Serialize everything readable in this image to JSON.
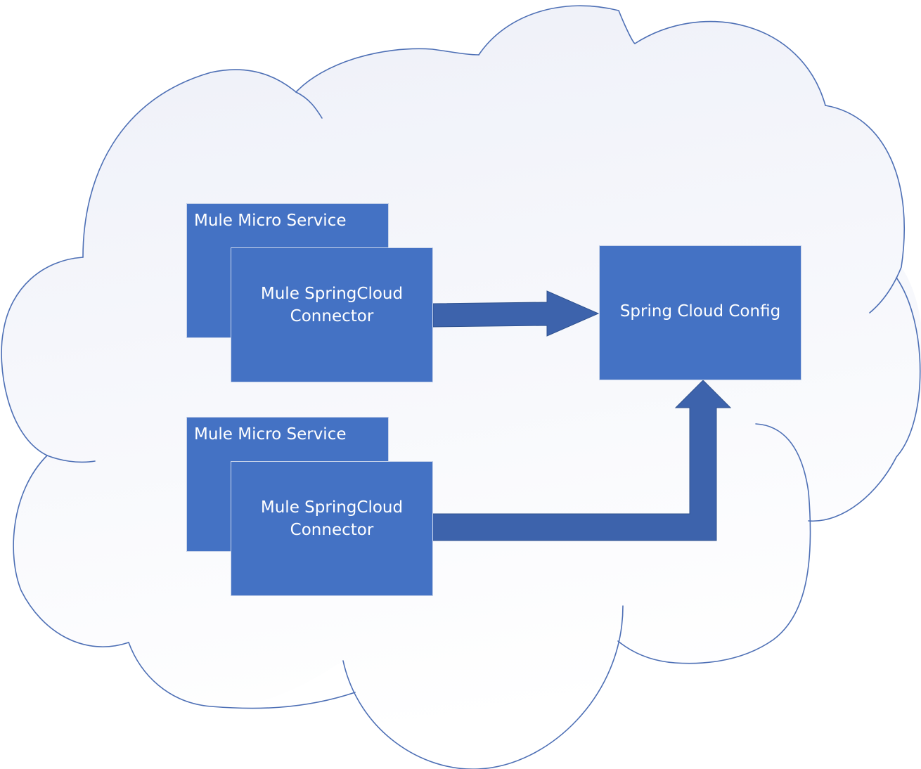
{
  "diagram": {
    "colors": {
      "box_fill": "#4472c4",
      "arrow_fill": "#3d63ac",
      "cloud_stroke": "#4d6fb5"
    },
    "services": [
      {
        "service_label": "Mule Micro Service",
        "connector_label": "Mule SpringCloud\nConnector"
      },
      {
        "service_label": "Mule Micro Service",
        "connector_label": "Mule SpringCloud\nConnector"
      }
    ],
    "config_label": "Spring Cloud Config"
  }
}
